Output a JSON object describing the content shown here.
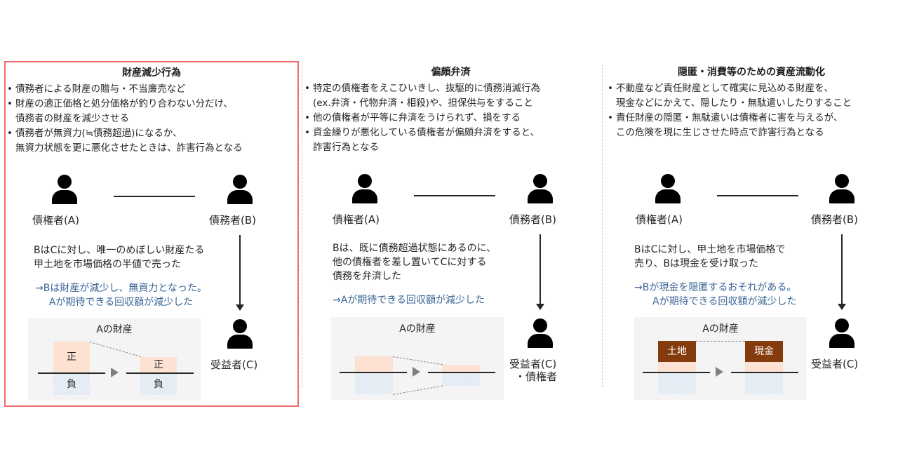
{
  "panels": [
    {
      "title": "財産減少行為",
      "highlighted": true,
      "bullets": [
        "債務者による財産の贈与・不当廉売など",
        "財産の適正価格と処分価格が釣り合わない分だけ、\n債務者の財産を減少させる",
        "債務者が無資力(≒債務超過)になるか、\n無資力状態を更に悪化させたときは、詐害行為となる"
      ],
      "creditor_label": "債権者(A)",
      "debtor_label": "債務者(B)",
      "beneficiary_label": "受益者(C)",
      "description": [
        "BはCに対し、唯一のめぼしい財産たる",
        "甲土地を市場価格の半値で売った"
      ],
      "note": [
        "→Bは財産が減少し、無資力となった。",
        "Aが期待できる回収額が減少した"
      ],
      "asset_title": "Aの財産",
      "positive_label": "正",
      "negative_label": "負"
    },
    {
      "title": "偏頗弁済",
      "highlighted": false,
      "bullets": [
        "特定の債権者をえこひいきし、抜駆的に債務消滅行為\n(ex.弁済・代物弁済・相殺)や、担保供与をすること",
        "他の債権者が平等に弁済をうけられず、損をする",
        "資金繰りが悪化している債権者が偏頗弁済をすると、\n詐害行為となる"
      ],
      "creditor_label": "債権者(A)",
      "debtor_label": "債務者(B)",
      "beneficiary_label": "受益者(C)",
      "beneficiary_sublabel": "・債権者",
      "description": [
        "Bは、既に債務超過状態にあるのに、",
        "他の債権者を差し置いてCに対する",
        "債務を弁済した"
      ],
      "note": [
        "→Aが期待できる回収額が減少した"
      ],
      "asset_title": "Aの財産"
    },
    {
      "title": "隠匿・消費等のための資産流動化",
      "highlighted": false,
      "bullets": [
        "不動産など責任財産として確実に見込める財産を、\n現金などにかえて、隠したり・無駄遣いしたりすること",
        "責任財産の隠匿・無駄遣いは債権者に害を与えるが、\nこの危険を現に生じさせた時点で詐害行為となる"
      ],
      "creditor_label": "債権者(A)",
      "debtor_label": "債務者(B)",
      "beneficiary_label": "受益者(C)",
      "description": [
        "BはCに対し、甲土地を市場価格で",
        "売り、Bは現金を受け取った"
      ],
      "note": [
        "→Bが現金を隠匿するおそれがある。",
        "Aが期待できる回収額が減少した"
      ],
      "asset_title": "Aの財産",
      "land_label": "土地",
      "cash_label": "現金"
    }
  ],
  "colors": {
    "highlight_border": "#f26a6a",
    "note_text": "#3a6596",
    "positive_fill": "#fde2d4",
    "negative_fill": "#dfe8f2",
    "asset_tag": "#843c0c",
    "asset_bg": "#f4f4f4"
  }
}
